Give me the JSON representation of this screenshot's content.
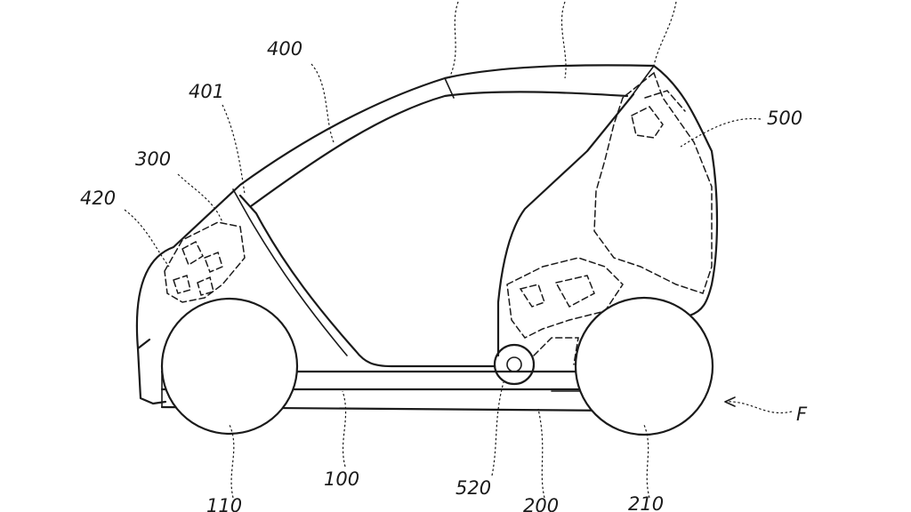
{
  "labels": {
    "l400": "400",
    "l401": "401",
    "l300": "300",
    "l420": "420",
    "l500": "500",
    "l100": "100",
    "l110": "110",
    "l520": "520",
    "l200": "200",
    "l210": "210",
    "lF": "F"
  }
}
